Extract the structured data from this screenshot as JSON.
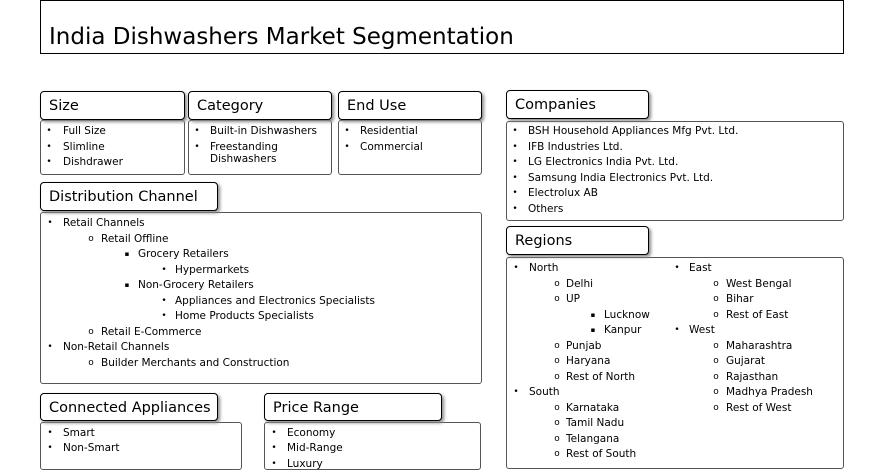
{
  "title": "India Dishwashers Market Segmentation",
  "bullets": {
    "level1": "•",
    "level2": "o",
    "level3": "▪"
  },
  "size": {
    "header": "Size",
    "items": [
      "Full Size",
      "Slimline",
      "Dishdrawer"
    ]
  },
  "category": {
    "header": "Category",
    "items": [
      "Built-in Dishwashers",
      "Freestanding",
      "Dishwashers"
    ]
  },
  "end_use": {
    "header": "End Use",
    "items": [
      "Residential",
      "Commercial"
    ]
  },
  "companies": {
    "header": "Companies",
    "items": [
      "BSH Household Appliances Mfg Pvt. Ltd.",
      "IFB Industries Ltd.",
      "LG Electronics India Pvt. Ltd.",
      "Samsung India Electronics Pvt. Ltd.",
      "Electrolux AB",
      "Others"
    ]
  },
  "distribution": {
    "header": "Distribution Channel",
    "items": [
      "Retail Channels",
      "Retail Offline",
      "Grocery Retailers",
      "Hypermarkets",
      "Non-Grocery Retailers",
      "Appliances and Electronics Specialists",
      "Home Products Specialists",
      "Retail E-Commerce",
      "Non-Retail Channels",
      "Builder Merchants and Construction"
    ]
  },
  "regions": {
    "header": "Regions",
    "left": [
      "North",
      "Delhi",
      "UP",
      "Lucknow",
      "Kanpur",
      "Punjab",
      "Haryana",
      "Rest of North",
      "South",
      "Karnataka",
      "Tamil Nadu",
      "Telangana",
      "Rest of South"
    ],
    "right": [
      "East",
      "West Bengal",
      "Bihar",
      "Rest of East",
      "West",
      "Maharashtra",
      "Gujarat",
      "Rajasthan",
      "Madhya Pradesh",
      "Rest of West"
    ]
  },
  "connected": {
    "header": "Connected Appliances",
    "items": [
      "Smart",
      "Non-Smart"
    ]
  },
  "price": {
    "header": "Price Range",
    "items": [
      "Economy",
      "Mid-Range",
      "Luxury"
    ]
  }
}
